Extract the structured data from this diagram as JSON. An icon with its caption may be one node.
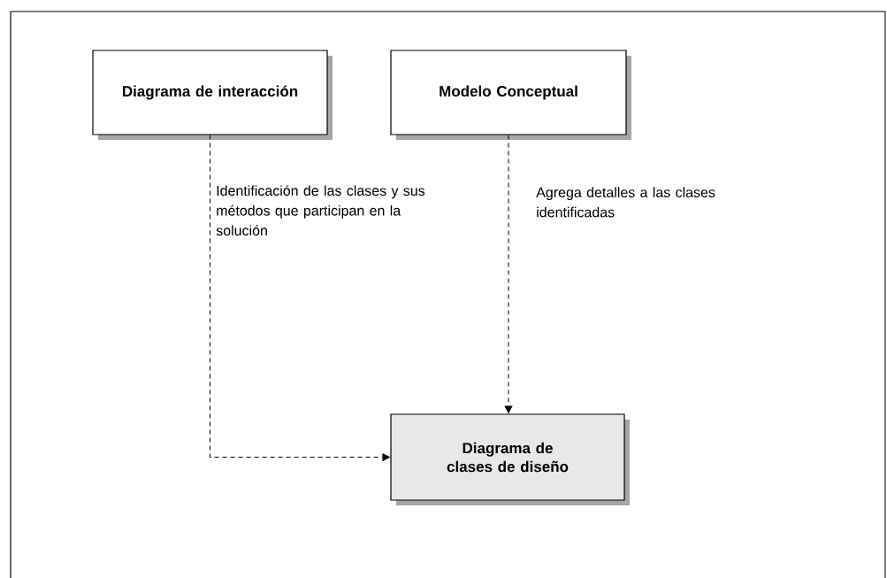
{
  "diagram": {
    "nodes": [
      {
        "text": [
          "Diagrama de interacción"
        ]
      },
      {
        "text": [
          "Modelo Conceptual"
        ]
      },
      {
        "text": [
          "Diagrama de clases de diseño"
        ]
      }
    ],
    "edges": [
      {
        "from": 0,
        "to": 2,
        "arrow": "to",
        "style": "dashed",
        "label": "Identificación de las clases y  sus métodos que participan en la solución"
      },
      {
        "from": 1,
        "to": 2,
        "arrow": "to",
        "style": "dashed",
        "label": "Agrega detalles a las clases identificadas"
      }
    ]
  }
}
